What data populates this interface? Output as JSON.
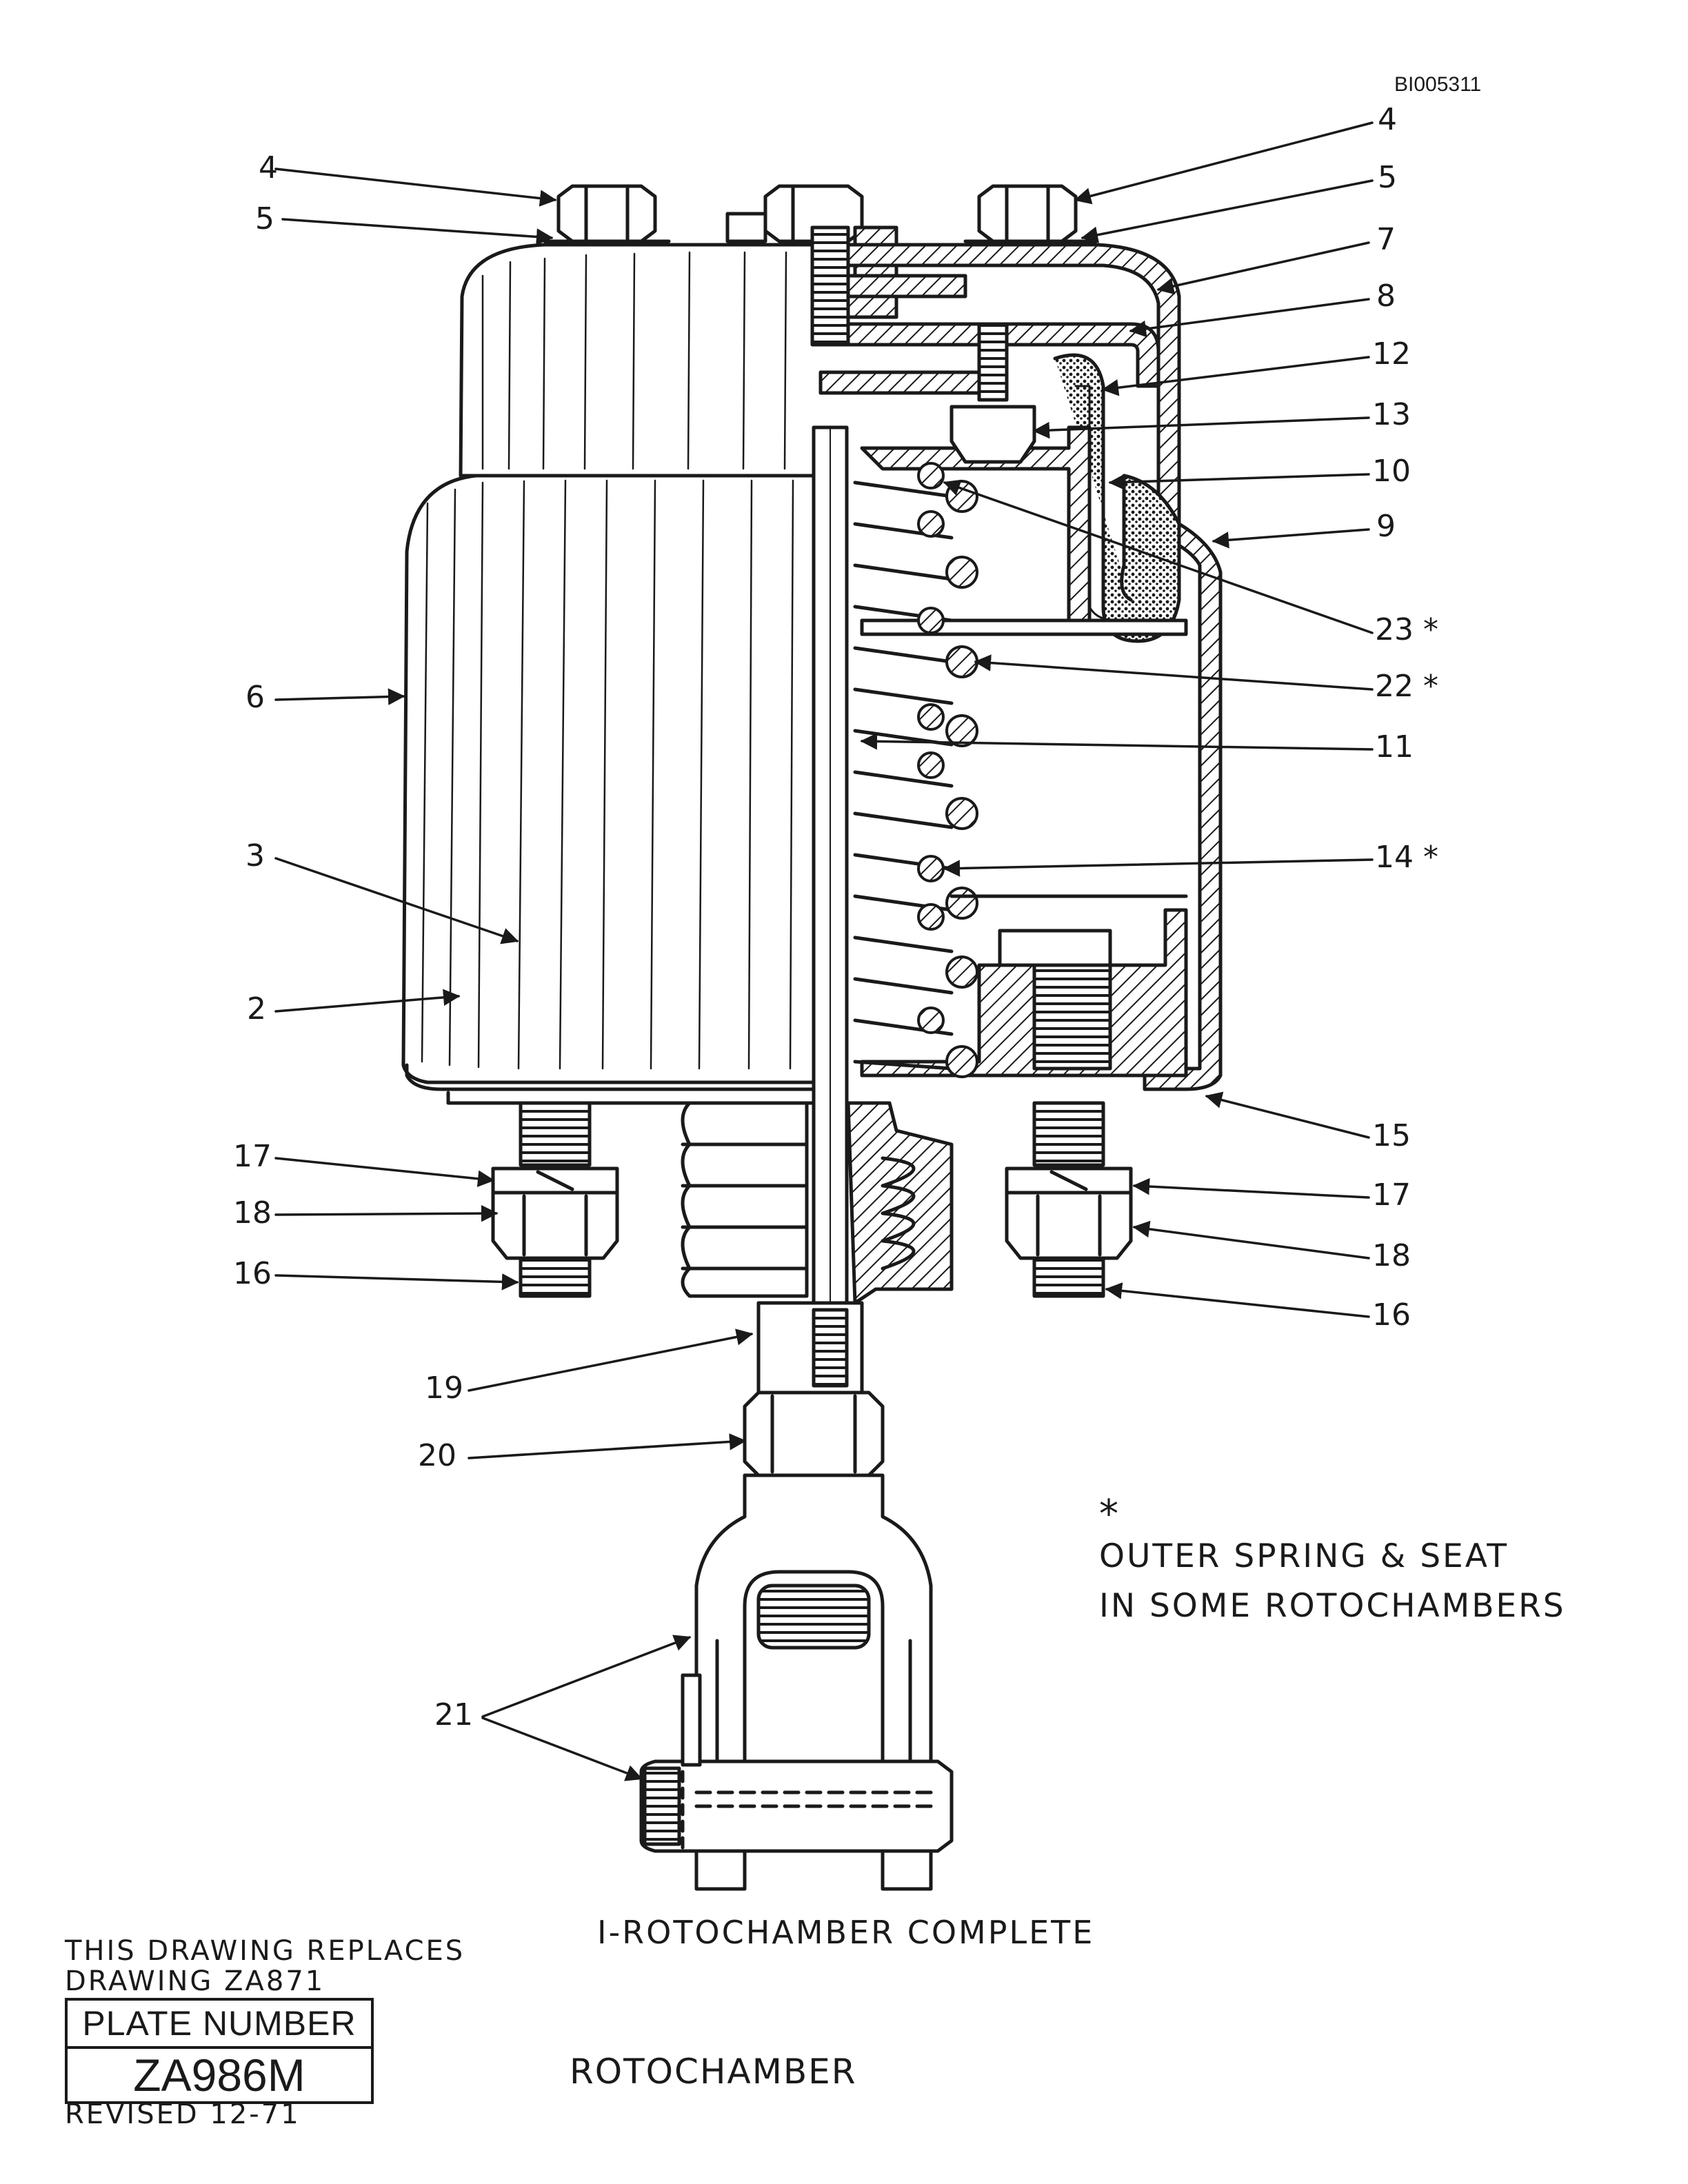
{
  "document_id": "BI005311",
  "callouts": {
    "l4": "4",
    "l5": "5",
    "r4": "4",
    "r5": "5",
    "r7": "7",
    "r8": "8",
    "r12": "12",
    "r13": "13",
    "r10": "10",
    "r9": "9",
    "r23": "23 *",
    "r22": "22 *",
    "r11": "11",
    "r14": "14 *",
    "l6": "6",
    "l3": "3",
    "l2": "2",
    "r15": "15",
    "l17": "17",
    "l18": "18",
    "l16": "16",
    "r17": "17",
    "r18": "18",
    "r16": "16",
    "l19": "19",
    "l20": "20",
    "l21": "21"
  },
  "note": {
    "star": "*",
    "line1": "OUTER SPRING & SEAT",
    "line2": "IN SOME ROTOCHAMBERS"
  },
  "caption": "I-ROTOCHAMBER COMPLETE",
  "replaces": {
    "line1": "THIS DRAWING REPLACES",
    "line2": "DRAWING ZA871"
  },
  "plate": {
    "header": "PLATE NUMBER",
    "number": "ZA986M"
  },
  "revised": "REVISED 12-71",
  "title": "ROTOCHAMBER"
}
